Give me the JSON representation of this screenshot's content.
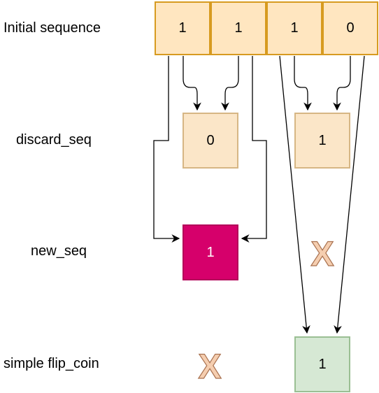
{
  "labels": {
    "initial": "Initial sequence",
    "discard": "discard_seq",
    "new": "new_seq",
    "flip": "simple flip_coin"
  },
  "initial_sequence": [
    "1",
    "1",
    "1",
    "0"
  ],
  "discard_seq": [
    "0",
    "1"
  ],
  "new_seq": {
    "value": "1",
    "discarded_mark": "X"
  },
  "flip_coin": {
    "value": "1",
    "discarded_mark": "X"
  },
  "colors": {
    "initial_fill": "#ffe6c0",
    "initial_stroke": "#d79b20",
    "discard_fill": "#fbe6c8",
    "new_fill": "#d6006b",
    "flip_fill": "#d6e8d4",
    "x_mark": "#f5ceb0"
  }
}
